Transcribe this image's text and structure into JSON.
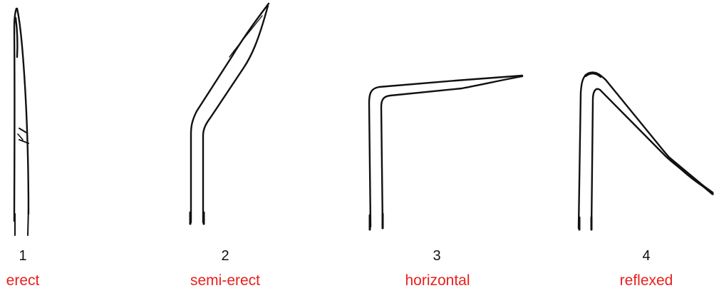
{
  "colors": {
    "number": "#111111",
    "term": "#e8201c",
    "stroke": "#111111",
    "background": "#ffffff"
  },
  "panels": [
    {
      "number": "1",
      "term": "erect"
    },
    {
      "number": "2",
      "term": "semi-erect"
    },
    {
      "number": "3",
      "term": "horizontal"
    },
    {
      "number": "4",
      "term": "reflexed"
    }
  ]
}
